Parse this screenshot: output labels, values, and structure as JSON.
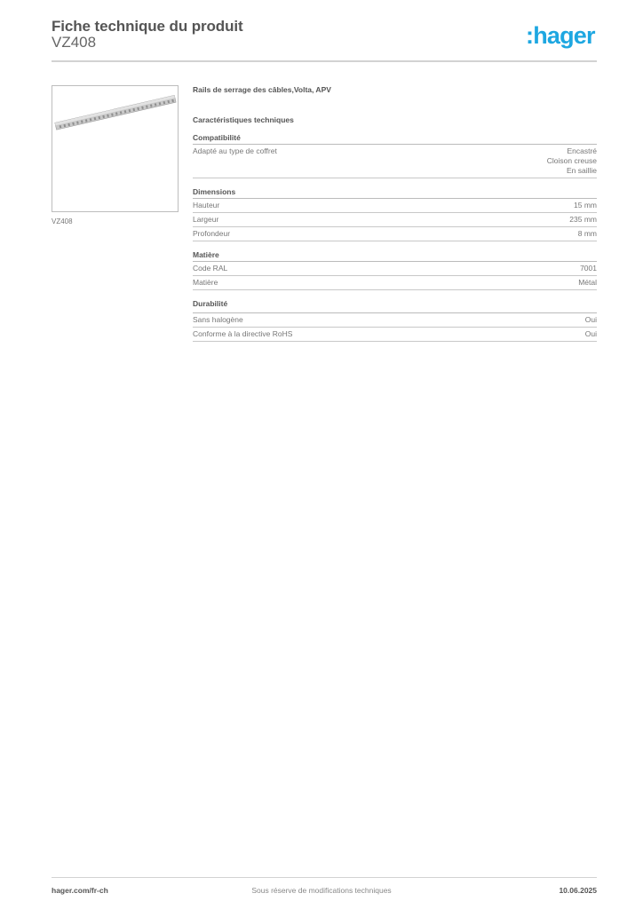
{
  "header": {
    "title": "Fiche technique du produit",
    "product_code": "VZ408",
    "logo_text": ":hager",
    "logo_color": "#1ea7e1"
  },
  "product_image": {
    "caption": "VZ408",
    "alt": "cable-clamp-rail-image"
  },
  "main": {
    "product_name": "Rails de serrage des câbles,Volta, APV",
    "section_title": "Caractéristiques techniques",
    "groups": [
      {
        "title": "Compatibilité",
        "rows": [
          {
            "label": "Adapté au type de coffret",
            "values": [
              "Encastré",
              "Cloison creuse",
              "En saillie"
            ]
          }
        ]
      },
      {
        "title": "Dimensions",
        "rows": [
          {
            "label": "Hauteur",
            "values": [
              "15 mm"
            ]
          },
          {
            "label": "Largeur",
            "values": [
              "235 mm"
            ]
          },
          {
            "label": "Profondeur",
            "values": [
              "8 mm"
            ]
          }
        ]
      },
      {
        "title": "Matière",
        "rows": [
          {
            "label": "Code RAL",
            "values": [
              "7001"
            ]
          },
          {
            "label": "Matière",
            "values": [
              "Métal"
            ]
          }
        ]
      },
      {
        "title": "Durabilité",
        "rows": [
          {
            "label": "Sans halogène",
            "values": [
              "Oui"
            ]
          },
          {
            "label": "Conforme à la directive RoHS",
            "values": [
              "Oui"
            ]
          }
        ]
      }
    ]
  },
  "footer": {
    "website": "hager.com/fr-ch",
    "disclaimer": "Sous réserve de modifications techniques",
    "date": "10.06.2025"
  }
}
